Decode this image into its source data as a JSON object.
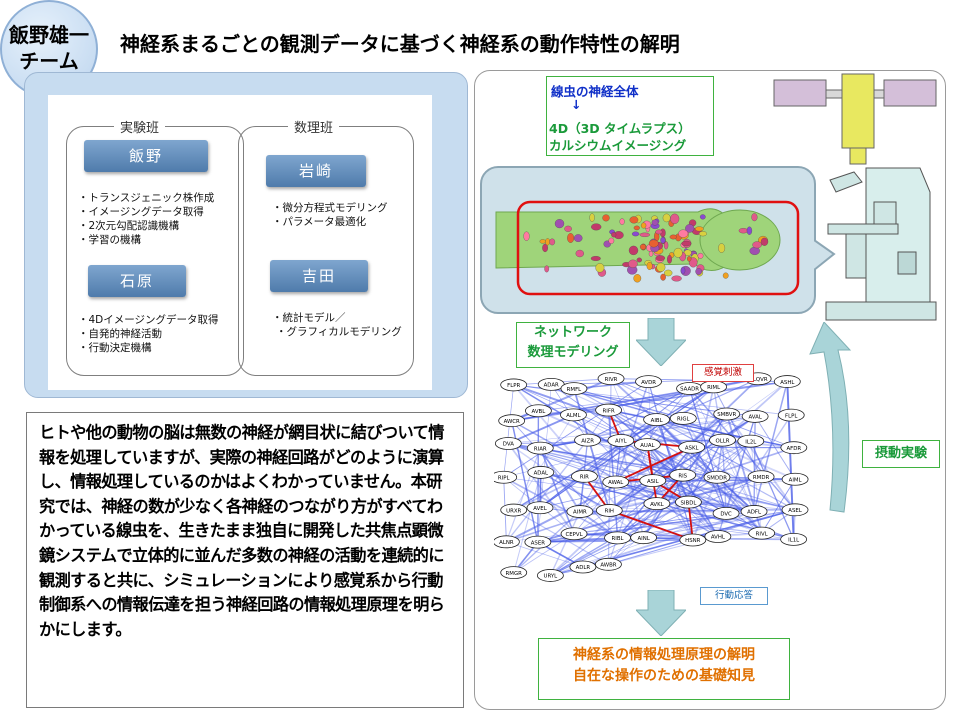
{
  "team": {
    "line1": "飯野雄一",
    "line2": "チーム"
  },
  "title": "神経系まるごとの観測データに基づく神経系の動作特性の解明",
  "org": {
    "experimental_group": {
      "title": "実験班",
      "members": [
        {
          "name": "飯野",
          "tasks": [
            "トランスジェニック株作成",
            "イメージングデータ取得",
            "2次元勾配認識機構",
            "学習の機構"
          ]
        },
        {
          "name": "石原",
          "tasks": [
            "4Dイメージングデータ取得",
            "自発的神経活動",
            "行動決定機構"
          ]
        }
      ]
    },
    "math_group": {
      "title": "数理班",
      "members": [
        {
          "name": "岩崎",
          "tasks": [
            "微分方程式モデリング",
            "パラメータ最適化"
          ]
        },
        {
          "name": "吉田",
          "tasks": [
            "統計モデル／",
            "グラフィカルモデリング"
          ]
        }
      ]
    }
  },
  "description": "ヒトや他の動物の脳は無数の神経が網目状に結びついて情報を処理していますが、実際の神経回路がどのように演算し、情報処理しているのかはよくわかっていません。本研究では、神経の数が少なく各神経のつながり方がすべてわかっている線虫を、生きたまま独自に開発した共焦点顕微鏡システムで立体的に並んだ多数の神経の活動を連続的に観測すると共に、シミュレーションにより感覚系から行動制御系への情報伝達を担う神経回路の情報処理原理を明らかにします。",
  "diagram": {
    "imaging_line1": "線虫の神経全体",
    "arrow": "↓",
    "imaging_line2": "4D（3D タイムラプス）",
    "imaging_line3": "カルシウムイメージング",
    "network_label_1": "ネットワーク",
    "network_label_2": "数理モデリング",
    "perturbation_label": "摂動実験",
    "sensory_label": "感覚刺激",
    "behavior_label": "行動応答",
    "conclusion_line1": "神経系の情報処理原理の解明",
    "conclusion_line2": "自在な操作のための基礎知見",
    "neuron_names": [
      "FLPR",
      "ADAR",
      "RMFL",
      "RIVR",
      "AVDR",
      "SAADR",
      "RIML",
      "OLQVR",
      "ASHL",
      "AWCR",
      "AVBL",
      "ALML",
      "RIFR",
      "AIBL",
      "RIGL",
      "SMBVR",
      "AVAL",
      "FLPL",
      "DVA",
      "RIAR",
      "AIZR",
      "AIYL",
      "AUAL",
      "ASKL",
      "OLLR",
      "IL2L",
      "AFDR",
      "RIPL",
      "ADAL",
      "RIR",
      "AWAL",
      "ASIL",
      "RIS",
      "SMDDR",
      "RMDR",
      "AIML",
      "URXR",
      "AVEL",
      "AIMR",
      "RIH",
      "AVKL",
      "SIBDL",
      "DVC",
      "ADFL",
      "ASEL",
      "ALNR",
      "ASER",
      "CEPVL",
      "RIBL",
      "AINL",
      "HSNR",
      "AVHL",
      "RIVL",
      "IL1L",
      "RMGR",
      "URYL",
      "ADLR",
      "AWBR"
    ],
    "colors": {
      "accent_green": "#1a9a3a",
      "accent_blue": "#1030c8",
      "conclusion_orange": "#e07000",
      "circuit_red": "#d41010",
      "edge_blue": "#4a5ee8"
    }
  }
}
